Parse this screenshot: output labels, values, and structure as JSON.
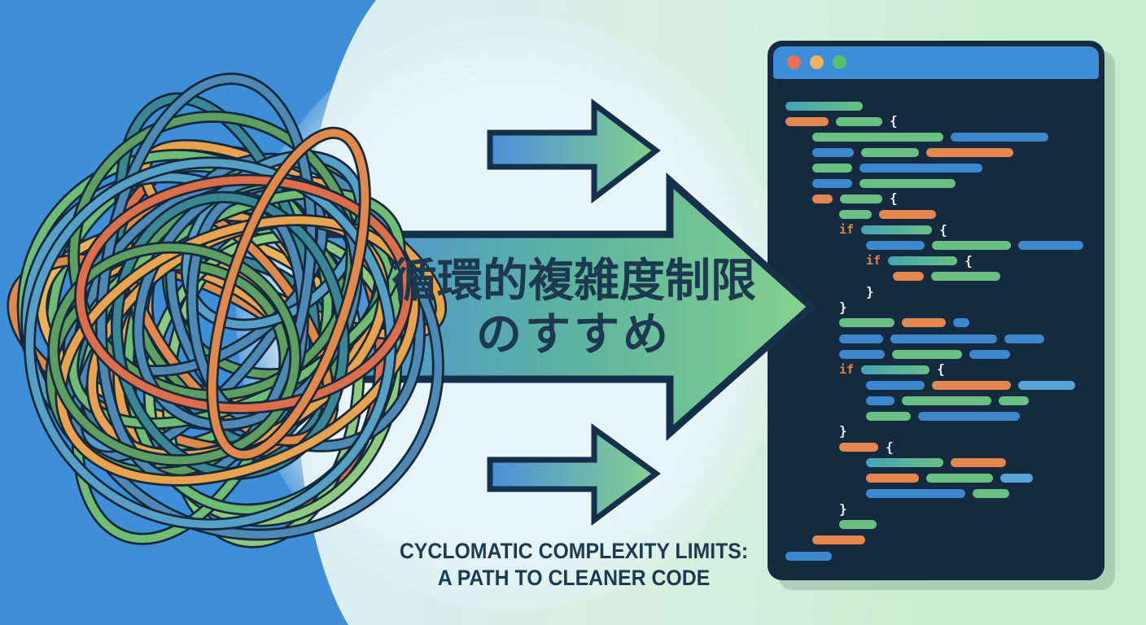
{
  "headline": {
    "line1": "循環的複雑度制限",
    "line2": "のすすめ"
  },
  "caption": {
    "line1": "CYCLOMATIC COMPLEXITY LIMITS:",
    "line2": "A PATH TO CLEANER CODE"
  },
  "colors": {
    "left_blue": "#3e8ed8",
    "pale_blob": "#e7f4f9",
    "mid_pale": "#d9edf3",
    "pale_mint": "#d8f0e2",
    "right_green": "#c8ecd0",
    "arrow_outline": "#14304a",
    "arrow_blue": "#4a90d8",
    "arrow_teal": "#5eb69d",
    "arrow_green": "#85d18f",
    "headline": "#1c3950",
    "caption": "#1d3b50",
    "window_body": "#142a3e",
    "window_titlebar": "#3d8ed9",
    "bar_blue": "#3e86cd",
    "bar_green": "#68c083",
    "bar_orange": "#e58550",
    "bar_lightblue": "#57a3d6",
    "bar_teal": "#46a3b5",
    "keyword": "#e0834a",
    "brace": "#e9eef2",
    "tangle_outline": "#14293b"
  },
  "tangle": {
    "seed": 1337,
    "count": 38,
    "palette": [
      "#4d89b4",
      "#6fbd74",
      "#e9a24d",
      "#dd6e4b",
      "#3a8694",
      "#8fc97e",
      "#e1894a",
      "#56a0c8",
      "#5e9f61",
      "#ecb257"
    ]
  },
  "editor": {
    "traffic_lights": [
      "#e8705a",
      "#f2b15e",
      "#55c26b"
    ],
    "keyword_text": "if",
    "open_brace": "{",
    "close_brace": "}",
    "lines": [
      {
        "ind": 0,
        "parts": [
          [
            "bar",
            "t",
            95
          ]
        ]
      },
      {
        "ind": 0,
        "parts": [
          [
            "bar",
            "o",
            53
          ],
          [
            "bar",
            "g",
            57
          ],
          [
            "txt",
            "{"
          ]
        ]
      },
      {
        "ind": 1,
        "parts": [
          [
            "bar",
            "g",
            161
          ],
          [
            "bar",
            "b",
            120
          ]
        ]
      },
      {
        "ind": 1,
        "parts": [
          [
            "bar",
            "b",
            51
          ],
          [
            "bar",
            "g",
            71
          ],
          [
            "bar",
            "o",
            107
          ]
        ]
      },
      {
        "ind": 1,
        "parts": [
          [
            "bar",
            "g",
            49
          ],
          [
            "bar",
            "b",
            151
          ]
        ]
      },
      {
        "ind": 1,
        "parts": [
          [
            "bar",
            "b",
            49
          ],
          [
            "bar",
            "g",
            118
          ]
        ]
      },
      {
        "ind": 1,
        "parts": [
          [
            "bar",
            "o",
            25
          ],
          [
            "bar",
            "g",
            52
          ],
          [
            "txt",
            "{"
          ]
        ]
      },
      {
        "ind": 2,
        "parts": [
          [
            "bar",
            "g",
            40
          ],
          [
            "bar",
            "o",
            70
          ]
        ]
      },
      {
        "ind": 2,
        "parts": [
          [
            "txt",
            "if"
          ],
          [
            "bar",
            "t",
            87
          ],
          [
            "txt",
            "{"
          ]
        ]
      },
      {
        "ind": 3,
        "parts": [
          [
            "bar",
            "b",
            72
          ],
          [
            "bar",
            "g",
            97
          ],
          [
            "bar",
            "b",
            80
          ]
        ]
      },
      {
        "ind": 3,
        "parts": [
          [
            "txt",
            "if"
          ],
          [
            "bar",
            "t",
            85
          ],
          [
            "txt",
            "{"
          ]
        ]
      },
      {
        "ind": 4,
        "parts": [
          [
            "bar",
            "o",
            38
          ],
          [
            "bar",
            "g",
            85
          ]
        ]
      },
      {
        "ind": 3,
        "parts": [
          [
            "txt",
            "}"
          ]
        ]
      },
      {
        "ind": 2,
        "parts": [
          [
            "txt",
            "}"
          ]
        ]
      },
      {
        "ind": 2,
        "parts": [
          [
            "bar",
            "g",
            68
          ],
          [
            "bar",
            "o",
            54
          ],
          [
            "bar",
            "b",
            20
          ]
        ]
      },
      {
        "ind": 2,
        "parts": [
          [
            "bar",
            "b",
            54
          ],
          [
            "bar",
            "b",
            131
          ],
          [
            "bar",
            "b",
            49
          ]
        ]
      },
      {
        "ind": 2,
        "parts": [
          [
            "bar",
            "b",
            56
          ],
          [
            "bar",
            "g",
            86
          ],
          [
            "bar",
            "b",
            50
          ]
        ]
      },
      {
        "ind": 2,
        "parts": [
          [
            "txt",
            "if"
          ],
          [
            "bar",
            "t",
            84
          ],
          [
            "txt",
            "{"
          ]
        ]
      },
      {
        "ind": 3,
        "parts": [
          [
            "bar",
            "b",
            72
          ],
          [
            "bar",
            "o",
            97
          ],
          [
            "bar",
            "lb",
            70
          ]
        ]
      },
      {
        "ind": 3,
        "parts": [
          [
            "bar",
            "b",
            35
          ],
          [
            "bar",
            "g",
            110
          ],
          [
            "bar",
            "g",
            37
          ]
        ]
      },
      {
        "ind": 3,
        "parts": [
          [
            "bar",
            "g",
            55
          ],
          [
            "bar",
            "b",
            125
          ]
        ]
      },
      {
        "ind": 2,
        "parts": [
          [
            "txt",
            "}"
          ]
        ]
      },
      {
        "ind": 2,
        "parts": [
          [
            "bar",
            "o",
            48
          ],
          [
            "txt",
            "{"
          ]
        ]
      },
      {
        "ind": 3,
        "parts": [
          [
            "bar",
            "t",
            95
          ],
          [
            "bar",
            "o",
            68
          ]
        ]
      },
      {
        "ind": 3,
        "parts": [
          [
            "bar",
            "o",
            65
          ],
          [
            "bar",
            "g",
            82
          ],
          [
            "bar",
            "lb",
            40
          ]
        ]
      },
      {
        "ind": 3,
        "parts": [
          [
            "bar",
            "b",
            122
          ],
          [
            "bar",
            "g",
            45
          ]
        ]
      },
      {
        "ind": 2,
        "parts": [
          [
            "txt",
            "}"
          ]
        ]
      },
      {
        "ind": 2,
        "parts": [
          [
            "bar",
            "g",
            46
          ]
        ]
      },
      {
        "ind": 1,
        "parts": [
          [
            "bar",
            "o",
            65
          ]
        ]
      },
      {
        "ind": 0,
        "parts": [
          [
            "bar",
            "b",
            57
          ]
        ]
      }
    ]
  }
}
